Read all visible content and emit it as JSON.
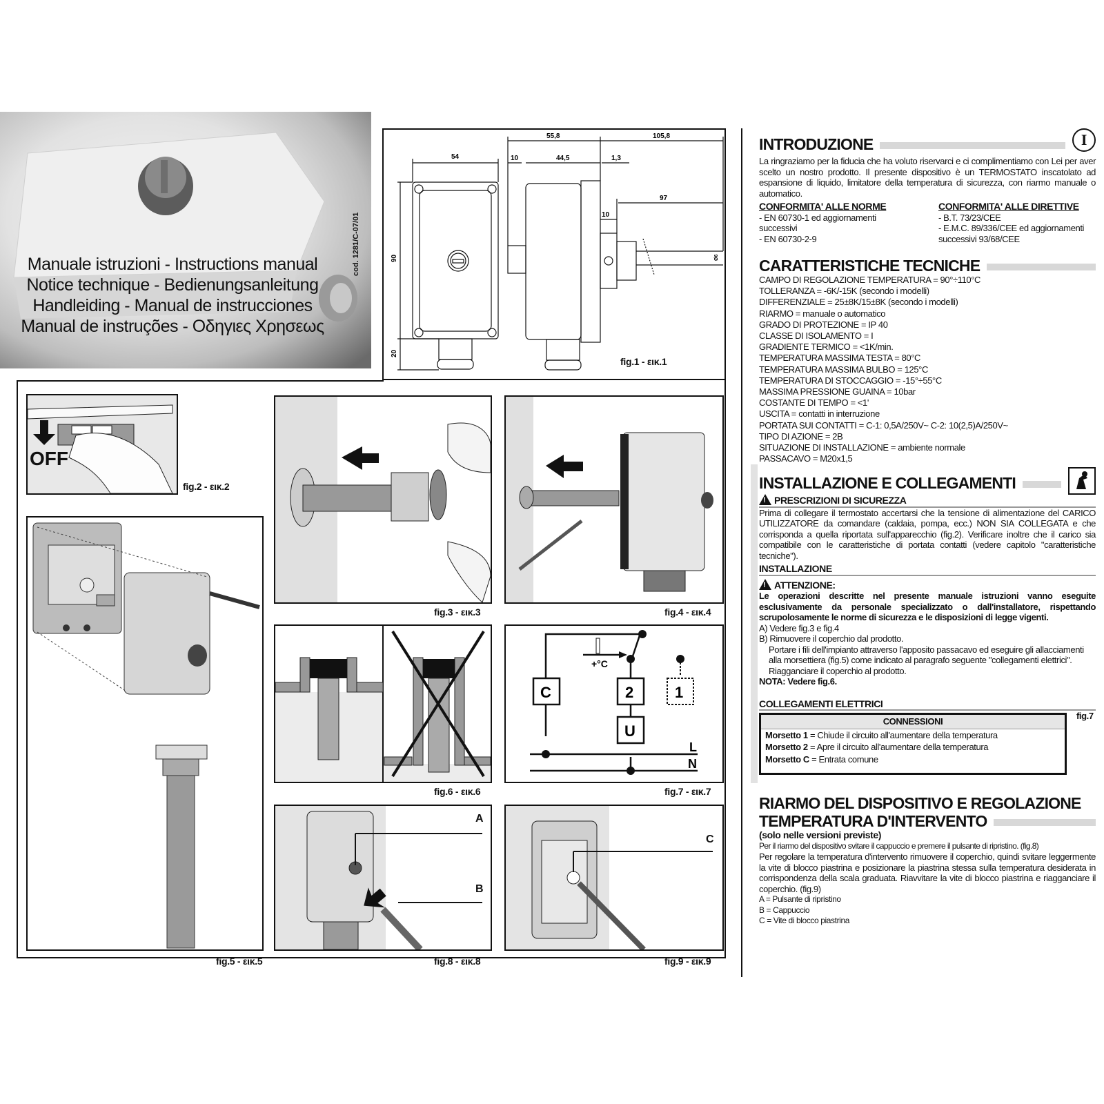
{
  "cover": {
    "titles": [
      "Manuale istruzioni - Instructions manual",
      "Notice technique - Bedienungsanleitung",
      "Handleiding - Manual de instrucciones",
      "Manual de instruções - Οδηγιες Χρησεως"
    ],
    "code": "cod. 1281/C-07/01"
  },
  "fig1": {
    "caption": "fig.1 - εικ.1",
    "dims": {
      "w54": "54",
      "d558": "55,8",
      "d1058": "105,8",
      "d10a": "10",
      "d445": "44,5",
      "d13": "1,3",
      "d97": "97",
      "d10b": "10",
      "h90": "90",
      "h20": "20",
      "dia": "Ø6"
    }
  },
  "fig2": {
    "caption": "fig.2 - εικ.2",
    "off_label": "OFF"
  },
  "fig3": {
    "caption": "fig.3 - εικ.3"
  },
  "fig4": {
    "caption": "fig.4 - εικ.4"
  },
  "fig5": {
    "caption": "fig.5 - εικ.5"
  },
  "fig6": {
    "caption": "fig.6 - εικ.6"
  },
  "fig7": {
    "caption": "fig.7 - εικ.7",
    "labels": {
      "c": "C",
      "two": "2",
      "one": "1",
      "u": "U",
      "l": "L",
      "n": "N",
      "temp": "+°C"
    }
  },
  "fig8": {
    "caption": "fig.8 - εικ.8",
    "label_a": "A",
    "label_b": "B"
  },
  "fig9": {
    "caption": "fig.9 - εικ.9",
    "label_c": "C"
  },
  "lang_badge": "I",
  "intro": {
    "title": "INTRODUZIONE",
    "text": "La ringraziamo per la fiducia che ha voluto riservarci e ci complimentiamo con Lei per aver scelto un nostro prodotto. Il presente dispositivo è un TERMOSTATO inscatolato ad espansione di liquido, limitatore della temperatura di sicurezza, con riarmo manuale o automatico.",
    "norme_title": "CONFORMITA' ALLE NORME",
    "norme": [
      "- EN 60730-1 ed aggiornamenti successivi",
      "- EN 60730-2-9"
    ],
    "direttive_title": "CONFORMITA' ALLE DIRETTIVE",
    "direttive": [
      "- B.T. 73/23/CEE",
      "- E.M.C. 89/336/CEE ed aggiornamenti successivi 93/68/CEE"
    ]
  },
  "specs": {
    "title": "CARATTERISTICHE TECNICHE",
    "items": [
      "CAMPO DI REGOLAZIONE TEMPERATURA = 90°÷110°C",
      "TOLLERANZA = -6K/-15K (secondo i modelli)",
      "DIFFERENZIALE = 25±8K/15±8K (secondo i modelli)",
      "RIARMO = manuale o automatico",
      "GRADO DI PROTEZIONE = IP 40",
      "CLASSE DI ISOLAMENTO = I",
      "GRADIENTE TERMICO = <1K/min.",
      "TEMPERATURA MASSIMA TESTA = 80°C",
      "TEMPERATURA MASSIMA BULBO = 125°C",
      "TEMPERATURA DI STOCCAGGIO = -15°÷55°C",
      "MASSIMA PRESSIONE GUAINA = 10bar",
      "COSTANTE DI TEMPO = <1'",
      "USCITA = contatti in interruzione",
      "PORTATA SUI CONTATTI = C-1: 0,5A/250V~  C-2: 10(2,5)A/250V~",
      "TIPO DI AZIONE = 2B",
      "SITUAZIONE DI INSTALLAZIONE = ambiente normale",
      "PASSACAVO = M20x1,5"
    ]
  },
  "install": {
    "title": "INSTALLAZIONE E COLLEGAMENTI",
    "safety_title": "PRESCRIZIONI DI SICUREZZA",
    "safety_text": "Prima di collegare il termostato accertarsi che la tensione di alimentazione del CARICO UTILIZZATORE da comandare (caldaia, pompa, ecc.) NON SIA COLLEGATA e che corrisponda a quella riportata sull'apparecchio (fig.2). Verificare inoltre che il carico sia compatibile con le caratteristiche di portata contatti (vedere capitolo \"caratteristiche tecniche\").",
    "install_title": "INSTALLAZIONE",
    "attention_title": "ATTENZIONE:",
    "attention_text": "Le operazioni descritte nel presente manuale istruzioni vanno eseguite esclusivamente da personale specializzato o dall'installatore, rispettando scrupolosamente le norme di sicurezza e le disposizioni di legge vigenti.",
    "step_a": "A) Vedere fig.3 e fig.4",
    "step_b": "B) Rimuovere il coperchio dal prodotto.",
    "step_b_detail": "Portare i fili dell'impianto attraverso l'apposito passacavo ed eseguire gli allacciamenti alla morsettiera (fig.5) come indicato al paragrafo seguente \"collegamenti elettrici\". Riagganciare il coperchio al prodotto.",
    "nota": "NOTA: Vedere fig.6.",
    "elec_title": "COLLEGAMENTI ELETTRICI",
    "fig_ref": "fig.7",
    "conn_title": "CONNESSIONI",
    "conn_rows": [
      {
        "term": "Morsetto 1",
        "desc": " = Chiude il circuito all'aumentare della temperatura"
      },
      {
        "term": "Morsetto 2",
        "desc": " = Apre il circuito all'aumentare della temperatura"
      },
      {
        "term": "Morsetto C",
        "desc": " = Entrata comune"
      }
    ]
  },
  "reset": {
    "title1": "RIARMO DEL DISPOSITIVO E REGOLAZIONE",
    "title2": "TEMPERATURA D'INTERVENTO",
    "subtitle": "(solo nelle versioni previste)",
    "text1": "Per il riarmo del dispositivo svitare il cappuccio e premere il pulsante di ripristino. (fig.8)",
    "text2": "Per regolare la temperatura d'intervento rimuovere il coperchio, quindi svitare leggermente la vite di blocco piastrina e posizionare la piastrina stessa sulla temperatura desiderata in corrispondenza della scala graduata. Riavvitare la vite di blocco piastrina e riagganciare il coperchio. (fig.9)",
    "legend": [
      "A = Pulsante di ripristino",
      "B = Cappuccio",
      "C = Vite di blocco piastrina"
    ]
  }
}
